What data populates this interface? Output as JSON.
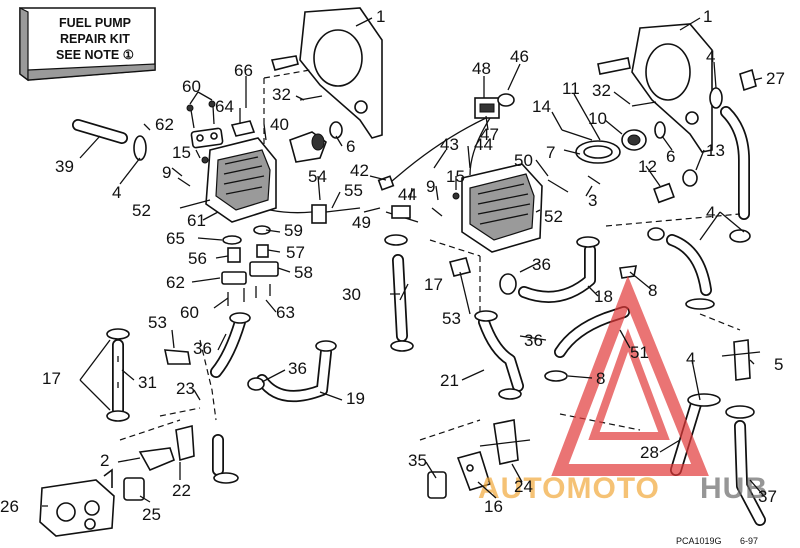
{
  "note": {
    "lines": [
      "FUEL PUMP",
      "REPAIR KIT",
      "SEE NOTE ①"
    ]
  },
  "part_numbers": [
    "1",
    "1",
    "66",
    "60",
    "64",
    "32",
    "40",
    "62",
    "6",
    "15",
    "39",
    "4",
    "9",
    "52",
    "61",
    "65",
    "56",
    "62",
    "60",
    "63",
    "59",
    "57",
    "58",
    "54",
    "55",
    "53",
    "36",
    "17",
    "31",
    "23",
    "36",
    "19",
    "2",
    "22",
    "26",
    "25",
    "48",
    "46",
    "14",
    "11",
    "32",
    "10",
    "4",
    "27",
    "47",
    "44",
    "43",
    "42",
    "49",
    "44",
    "9",
    "15",
    "50",
    "7",
    "3",
    "52",
    "12",
    "6",
    "13",
    "36",
    "30",
    "17",
    "53",
    "18",
    "8",
    "4",
    "36",
    "51",
    "21",
    "8",
    "4",
    "5",
    "35",
    "16",
    "24",
    "28",
    "37"
  ],
  "footer": {
    "drawing_code": "PCA1019G",
    "date": "6-97"
  },
  "watermark": {
    "brand_left": "AUTOMOTO",
    "brand_right": "HUB",
    "color_primary": "#e23a3a",
    "color_secondary": "#f2a93b",
    "color_tertiary": "#6b6b6b"
  }
}
